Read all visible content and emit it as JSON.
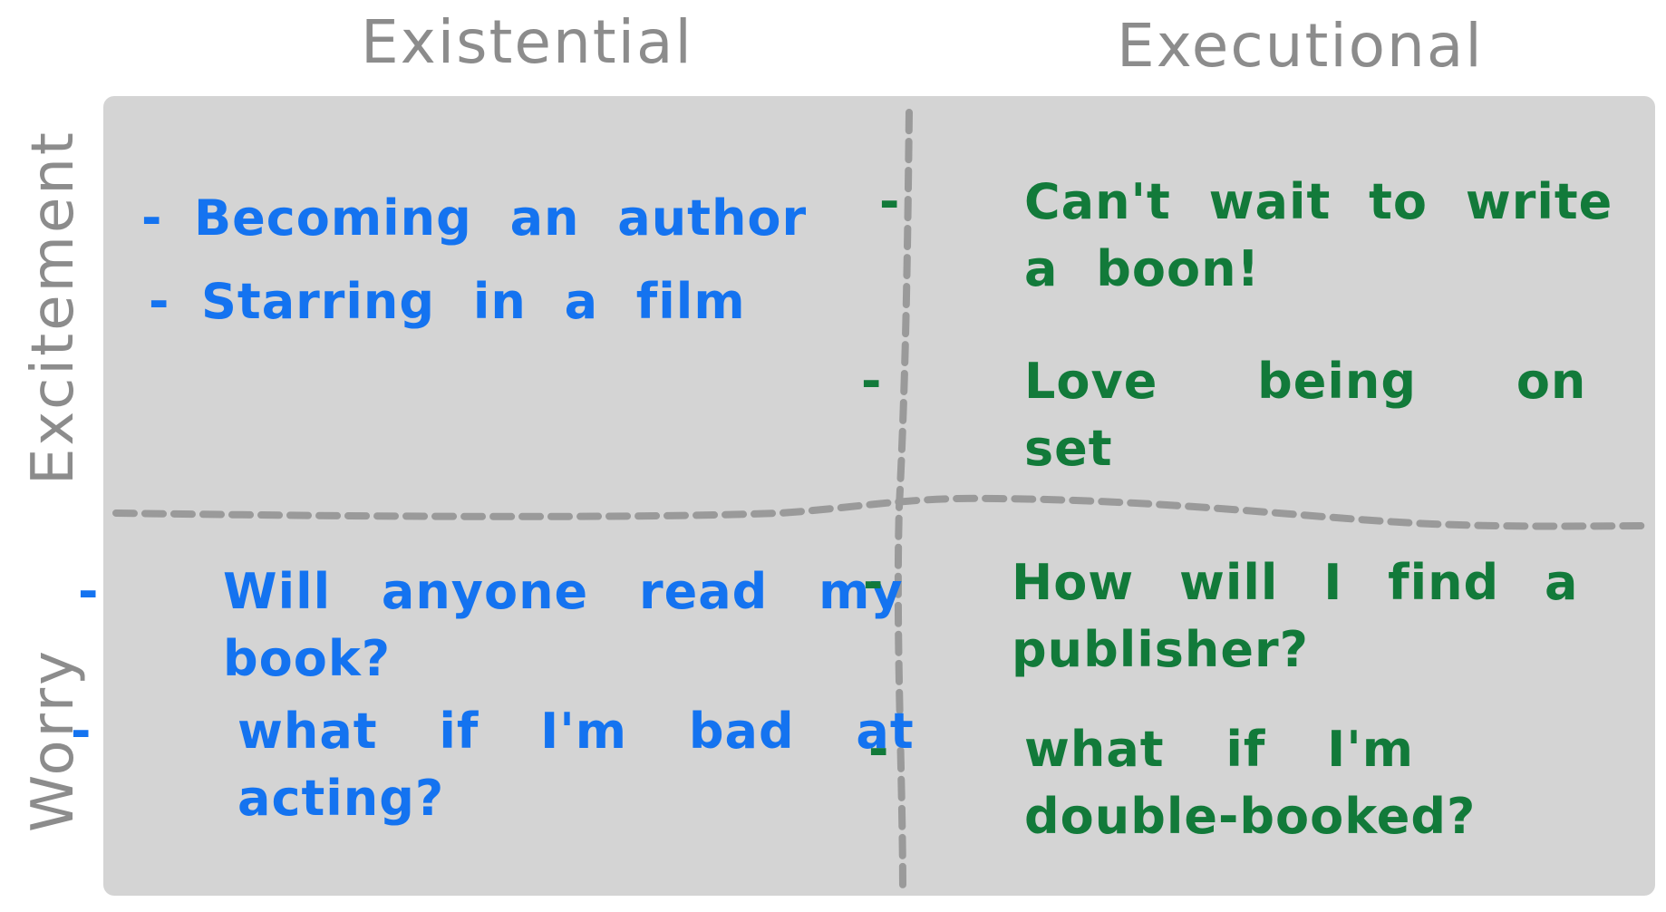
{
  "columns": {
    "existential": "Existential",
    "executional": "Executional"
  },
  "rows": {
    "excitement": "Excitement",
    "worry": "Worry"
  },
  "quadrants": {
    "existential_excitement": [
      "Becoming an author",
      "Starring in a film"
    ],
    "executional_excitement": [
      "Can't wait to write a boon!",
      "Love being on set"
    ],
    "existential_worry": [
      "Will anyone read my book?",
      "what if I'm bad at acting?"
    ],
    "executional_worry": [
      "How will I find a publisher?",
      "what if I'm double-booked?"
    ]
  },
  "colors": {
    "board": "#d4d4d4",
    "header_text": "#8c8c8c",
    "existential_notes": "#1473f0",
    "executional_notes": "#127a3a",
    "divider": "#9a9a9a"
  }
}
